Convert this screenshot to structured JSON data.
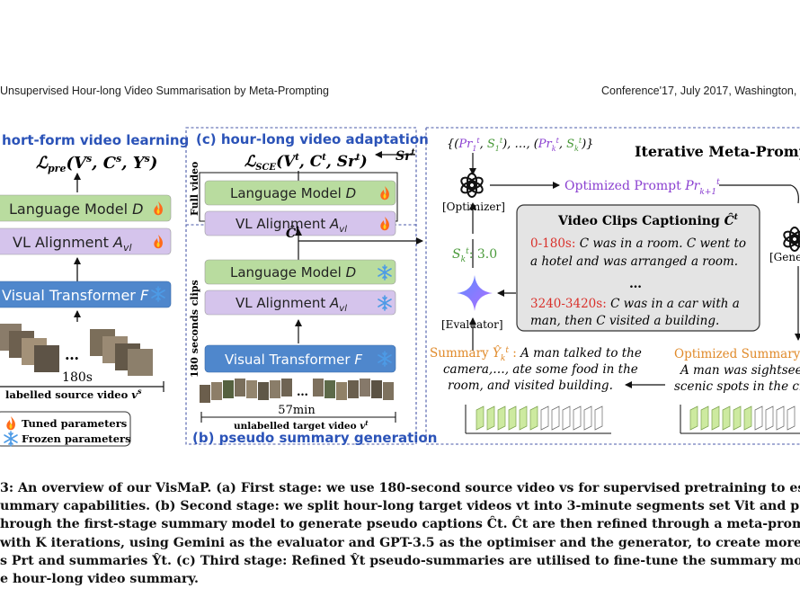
{
  "header": {
    "running_title": "Unsupervised Hour-long Video Summarisation by Meta-Prompting",
    "conference": "Conference'17, July 2017, Washington,"
  },
  "figure": {
    "panel_a": {
      "title": "hort-form video learning",
      "loss": "ℒpre(Vs, Cs, Ys)",
      "language_model": "Language Model D",
      "vl_alignment": "VL Alignment Avl",
      "visual_transformer": "Visual Transformer F",
      "duration": "180s",
      "video_label": "labelled source video vs",
      "legend_tuned": "Tuned parameters",
      "legend_frozen": "Frozen parameters"
    },
    "panel_c": {
      "title": "(c) hour-long video adaptation",
      "loss": "ℒSCE(Vt, Ct, Srt)",
      "sr_label": "Srt",
      "side_label": "Full video",
      "language_model": "Language Model D",
      "vl_alignment": "VL Alignment Avl"
    },
    "panel_b": {
      "ct_label": "Ĉt",
      "side_label": "180 seconds clips",
      "language_model": "Language Model D",
      "vl_alignment": "VL Alignment Avl",
      "visual_transformer": "Visual Transformer F",
      "duration": "57min",
      "video_label": "unlabelled target video vt",
      "title": "(b) pseudo summary generation"
    },
    "meta": {
      "title": "Iterative Meta-Prompt",
      "prompt_set": "{(Pr1t, S1t), …, (Prkt, Skt)}",
      "optimizer_label": "[Optimizer]",
      "optimized_prompt": "Optimized Prompt Prk+1t",
      "generator_label": "[Gene",
      "score": "Skt: 3.0",
      "evaluator_label": "[Evaluator]",
      "captions_title": "Video Clips Captioning Ĉt",
      "caption1_time": "0-180s:",
      "caption1_text": "C was in a room. C went to",
      "caption1_text2": "a  hotel and was arranged a room.",
      "ellipsis": "…",
      "caption2_time": "3240-3420s:",
      "caption2_text": "C was in a car with a",
      "caption2_text2": "man, then C visited a building.",
      "summary_label": "Summary Ŷkt :",
      "summary_text1": "A man talked to the",
      "summary_text2": "camera,…, ate some food in the",
      "summary_text3": "room, and visited building.",
      "opt_summary_label": "Optimized Summary",
      "opt_summary_text1": "A man was sightsee",
      "opt_summary_text2": "scenic spots in the ci"
    }
  },
  "caption": {
    "lines": [
      "3: An overview of our VisMaP. (a) First stage: we use 180-second source video vs for supervised pretraining to est",
      "ummary capabilities. (b) Second stage: we split hour-long target videos vt into 3-minute segments set Vit and p",
      "hrough the first-stage summary model to generate pseudo captions Ĉt. Ĉt are then refined through a meta-prom",
      " with K iterations, using Gemini as the evaluator and GPT-3.5 as the optimiser and the generator, to create more ta",
      "s Prt and summaries Ŷt. (c) Third stage: Refined Ŷt pseudo-summaries are utilised to fine-tune the summary mo",
      "e hour-long video summary."
    ]
  },
  "colors": {
    "green_box": "#b9dc9f",
    "purple_box": "#d5c4ec",
    "blue_box": "#4f87cc",
    "dashed_border": "#4a5aa8",
    "panel_title": "#2b53b8",
    "prompt_purple": "#8a3fd0",
    "time_red": "#d9302a",
    "score_green": "#4a9a3a",
    "summary_orange": "#e08a2a"
  }
}
